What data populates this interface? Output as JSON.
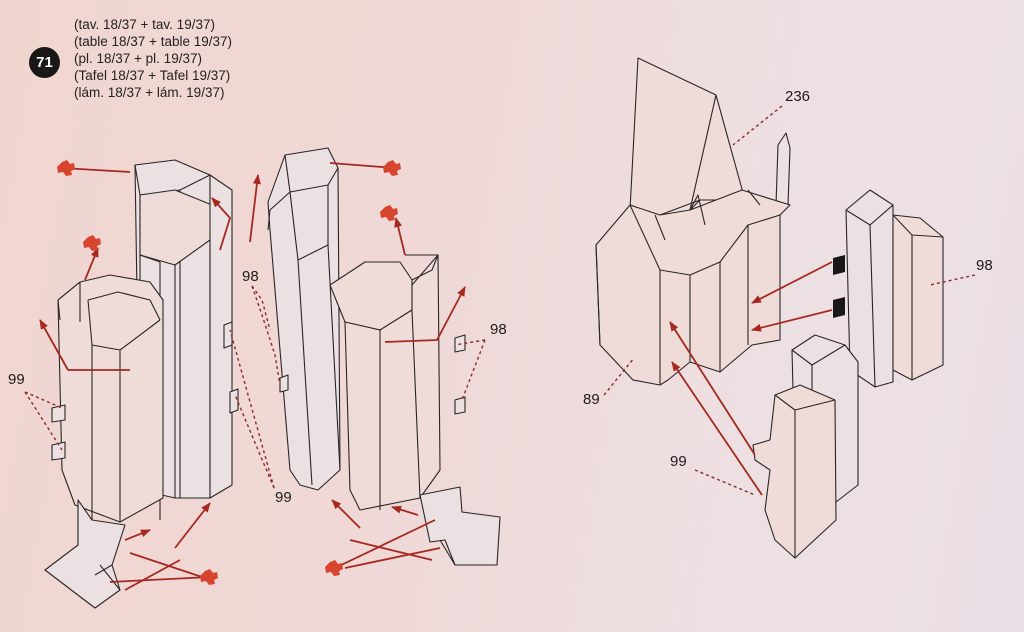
{
  "step": {
    "number": "71"
  },
  "references": [
    "(tav. 18/37 + tav. 19/37)",
    "(table 18/37 + table 19/37)",
    "(pl. 18/37 + pl. 19/37)",
    "(Tafel 18/37 + Tafel 19/37)",
    "(lám. 18/37 + lám. 19/37)"
  ],
  "labels": {
    "part_99_a": "99",
    "part_98_a": "98",
    "part_99_b": "99",
    "part_98_b": "98",
    "part_236": "236",
    "part_98_c": "98",
    "part_89": "89",
    "part_99_c": "99"
  },
  "colors": {
    "dark_arrow": "#a6281e",
    "glue_arrow": "#d8452e",
    "line": "#2a2626"
  }
}
